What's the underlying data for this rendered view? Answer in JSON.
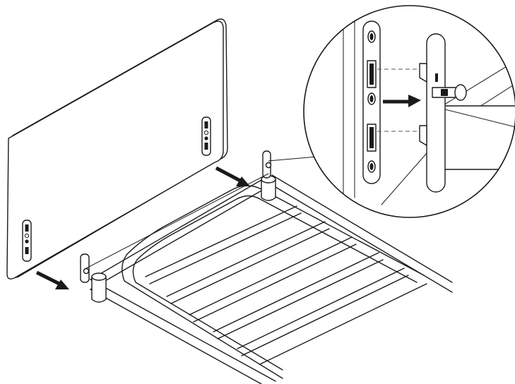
{
  "figure": {
    "subject": "headboard-to-bed-frame-mounting",
    "steps": [
      "align-headboard-slots-with-frame-bracket",
      "slide-headboard-down-onto-pins"
    ],
    "arrow_count": 3,
    "detail_callout": "magnified-bracket-and-pin",
    "colors": {
      "line": "#1a1a1a",
      "fill": "#ffffff",
      "guide": "#555555"
    }
  }
}
